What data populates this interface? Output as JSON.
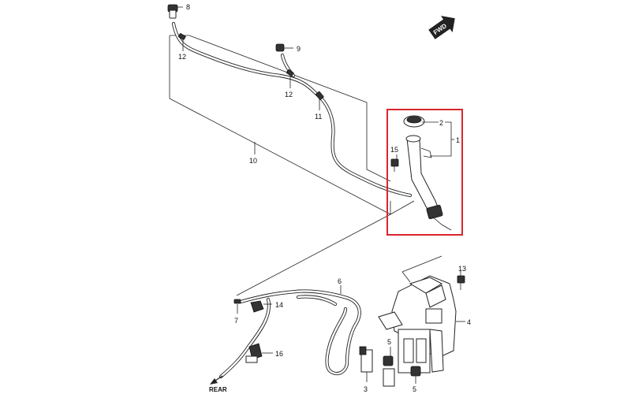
{
  "callouts": {
    "c1": "1",
    "c2": "2",
    "c3": "3",
    "c4": "4",
    "c5a": "5",
    "c5b": "5",
    "c6": "6",
    "c7": "7",
    "c8": "8",
    "c9": "9",
    "c10": "10",
    "c11": "11",
    "c12a": "12",
    "c12b": "12",
    "c13": "13",
    "c14": "14",
    "c15": "15",
    "c16": "16"
  },
  "direction_labels": {
    "fwd": "FWD",
    "rear": "REAR"
  },
  "highlight": {
    "color": "#d9262c"
  }
}
